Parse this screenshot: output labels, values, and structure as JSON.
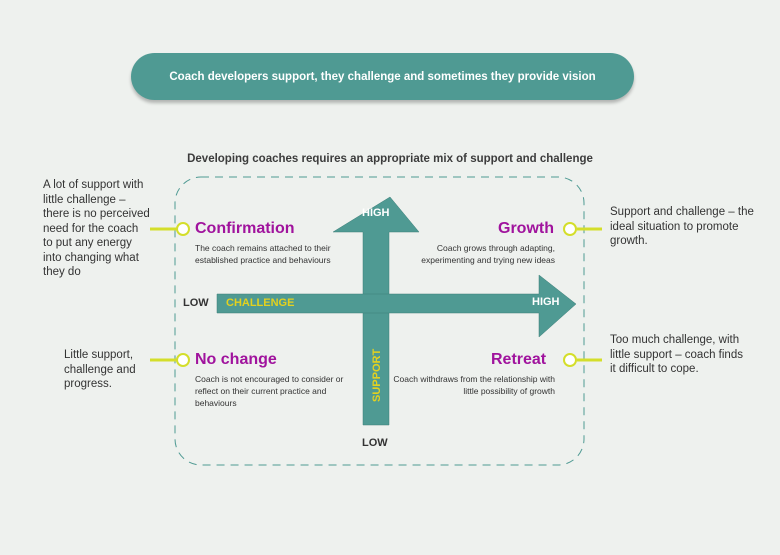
{
  "banner": {
    "text": "Coach developers support, they challenge and sometimes they provide vision"
  },
  "subtitle": "Developing coaches requires an appropriate mix of support and challenge",
  "colors": {
    "teal": "#4f9a93",
    "magenta": "#a0139d",
    "yellow": "#e3d11f",
    "connector": "#d4de2a"
  },
  "axes": {
    "support_high": "HIGH",
    "support_low": "LOW",
    "support_label": "SUPPORT",
    "challenge_low": "LOW",
    "challenge_high": "HIGH",
    "challenge_label": "CHALLENGE"
  },
  "quadrants": {
    "confirmation": {
      "title": "Confirmation",
      "desc": "The coach remains attached to their established practice and behaviours"
    },
    "growth": {
      "title": "Growth",
      "desc": "Coach grows through adapting, experimenting and trying new ideas"
    },
    "no_change": {
      "title": "No change",
      "desc": "Coach is not encouraged to consider or reflect on their current practice and behaviours"
    },
    "retreat": {
      "title": "Retreat",
      "desc": "Coach withdraws from the relationship with little possibility of growth"
    }
  },
  "side_notes": {
    "top_left": "A lot of support with little challenge – there is no perceived need for the coach to put any energy into changing what they do",
    "bottom_left": "Little support, challenge and progress.",
    "top_right": "Support and challenge – the ideal situation to promote growth.",
    "bottom_right": "Too much challenge, with little support – coach finds it difficult to cope."
  }
}
